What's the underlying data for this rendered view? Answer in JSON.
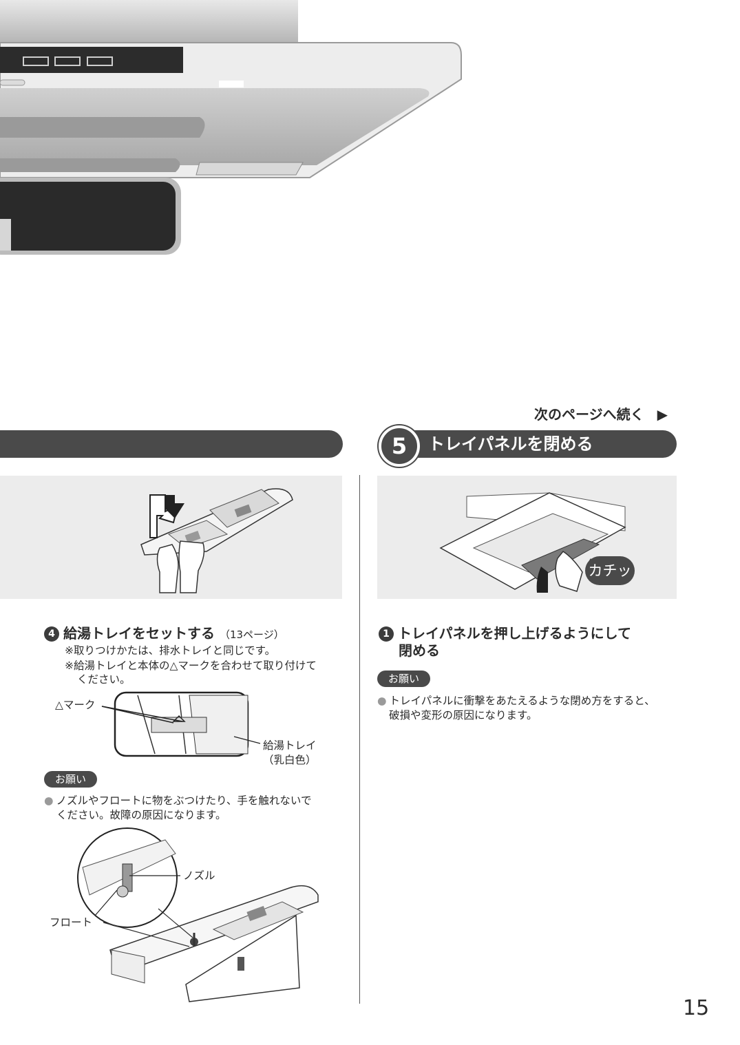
{
  "continue_note": "次のページへ続く",
  "continue_arrow": "▶",
  "section5": {
    "number": "5",
    "title": "トレイパネルを閉める"
  },
  "left": {
    "step_number": "4",
    "step_title": "給湯トレイをセットする",
    "step_ref": "（13ページ）",
    "note1": "※取りつけかたは、排水トレイと同じです。",
    "note2_line1": "※給湯トレイと本体の△マークを合わせて取り付けて",
    "note2_line2": "ください。",
    "label_mark": "△マーク",
    "label_tray_line1": "給湯トレイ",
    "label_tray_line2": "（乳白色）",
    "caution_label": "お願い",
    "caution_line1": "ノズルやフロートに物をぶつけたり、手を触れないで",
    "caution_line2": "ください。故障の原因になります。",
    "label_nozzle": "ノズル",
    "label_float": "フロート"
  },
  "right": {
    "step_number": "1",
    "step_title_line1": "トレイパネルを押し上げるようにして",
    "step_title_line2": "閉める",
    "click_sound": "カチッ",
    "caution_label": "お願い",
    "caution_line1": "トレイパネルに衝撃をあたえるような閉め方をすると、",
    "caution_line2": "破損や変形の原因になります。"
  },
  "page_number": "15"
}
